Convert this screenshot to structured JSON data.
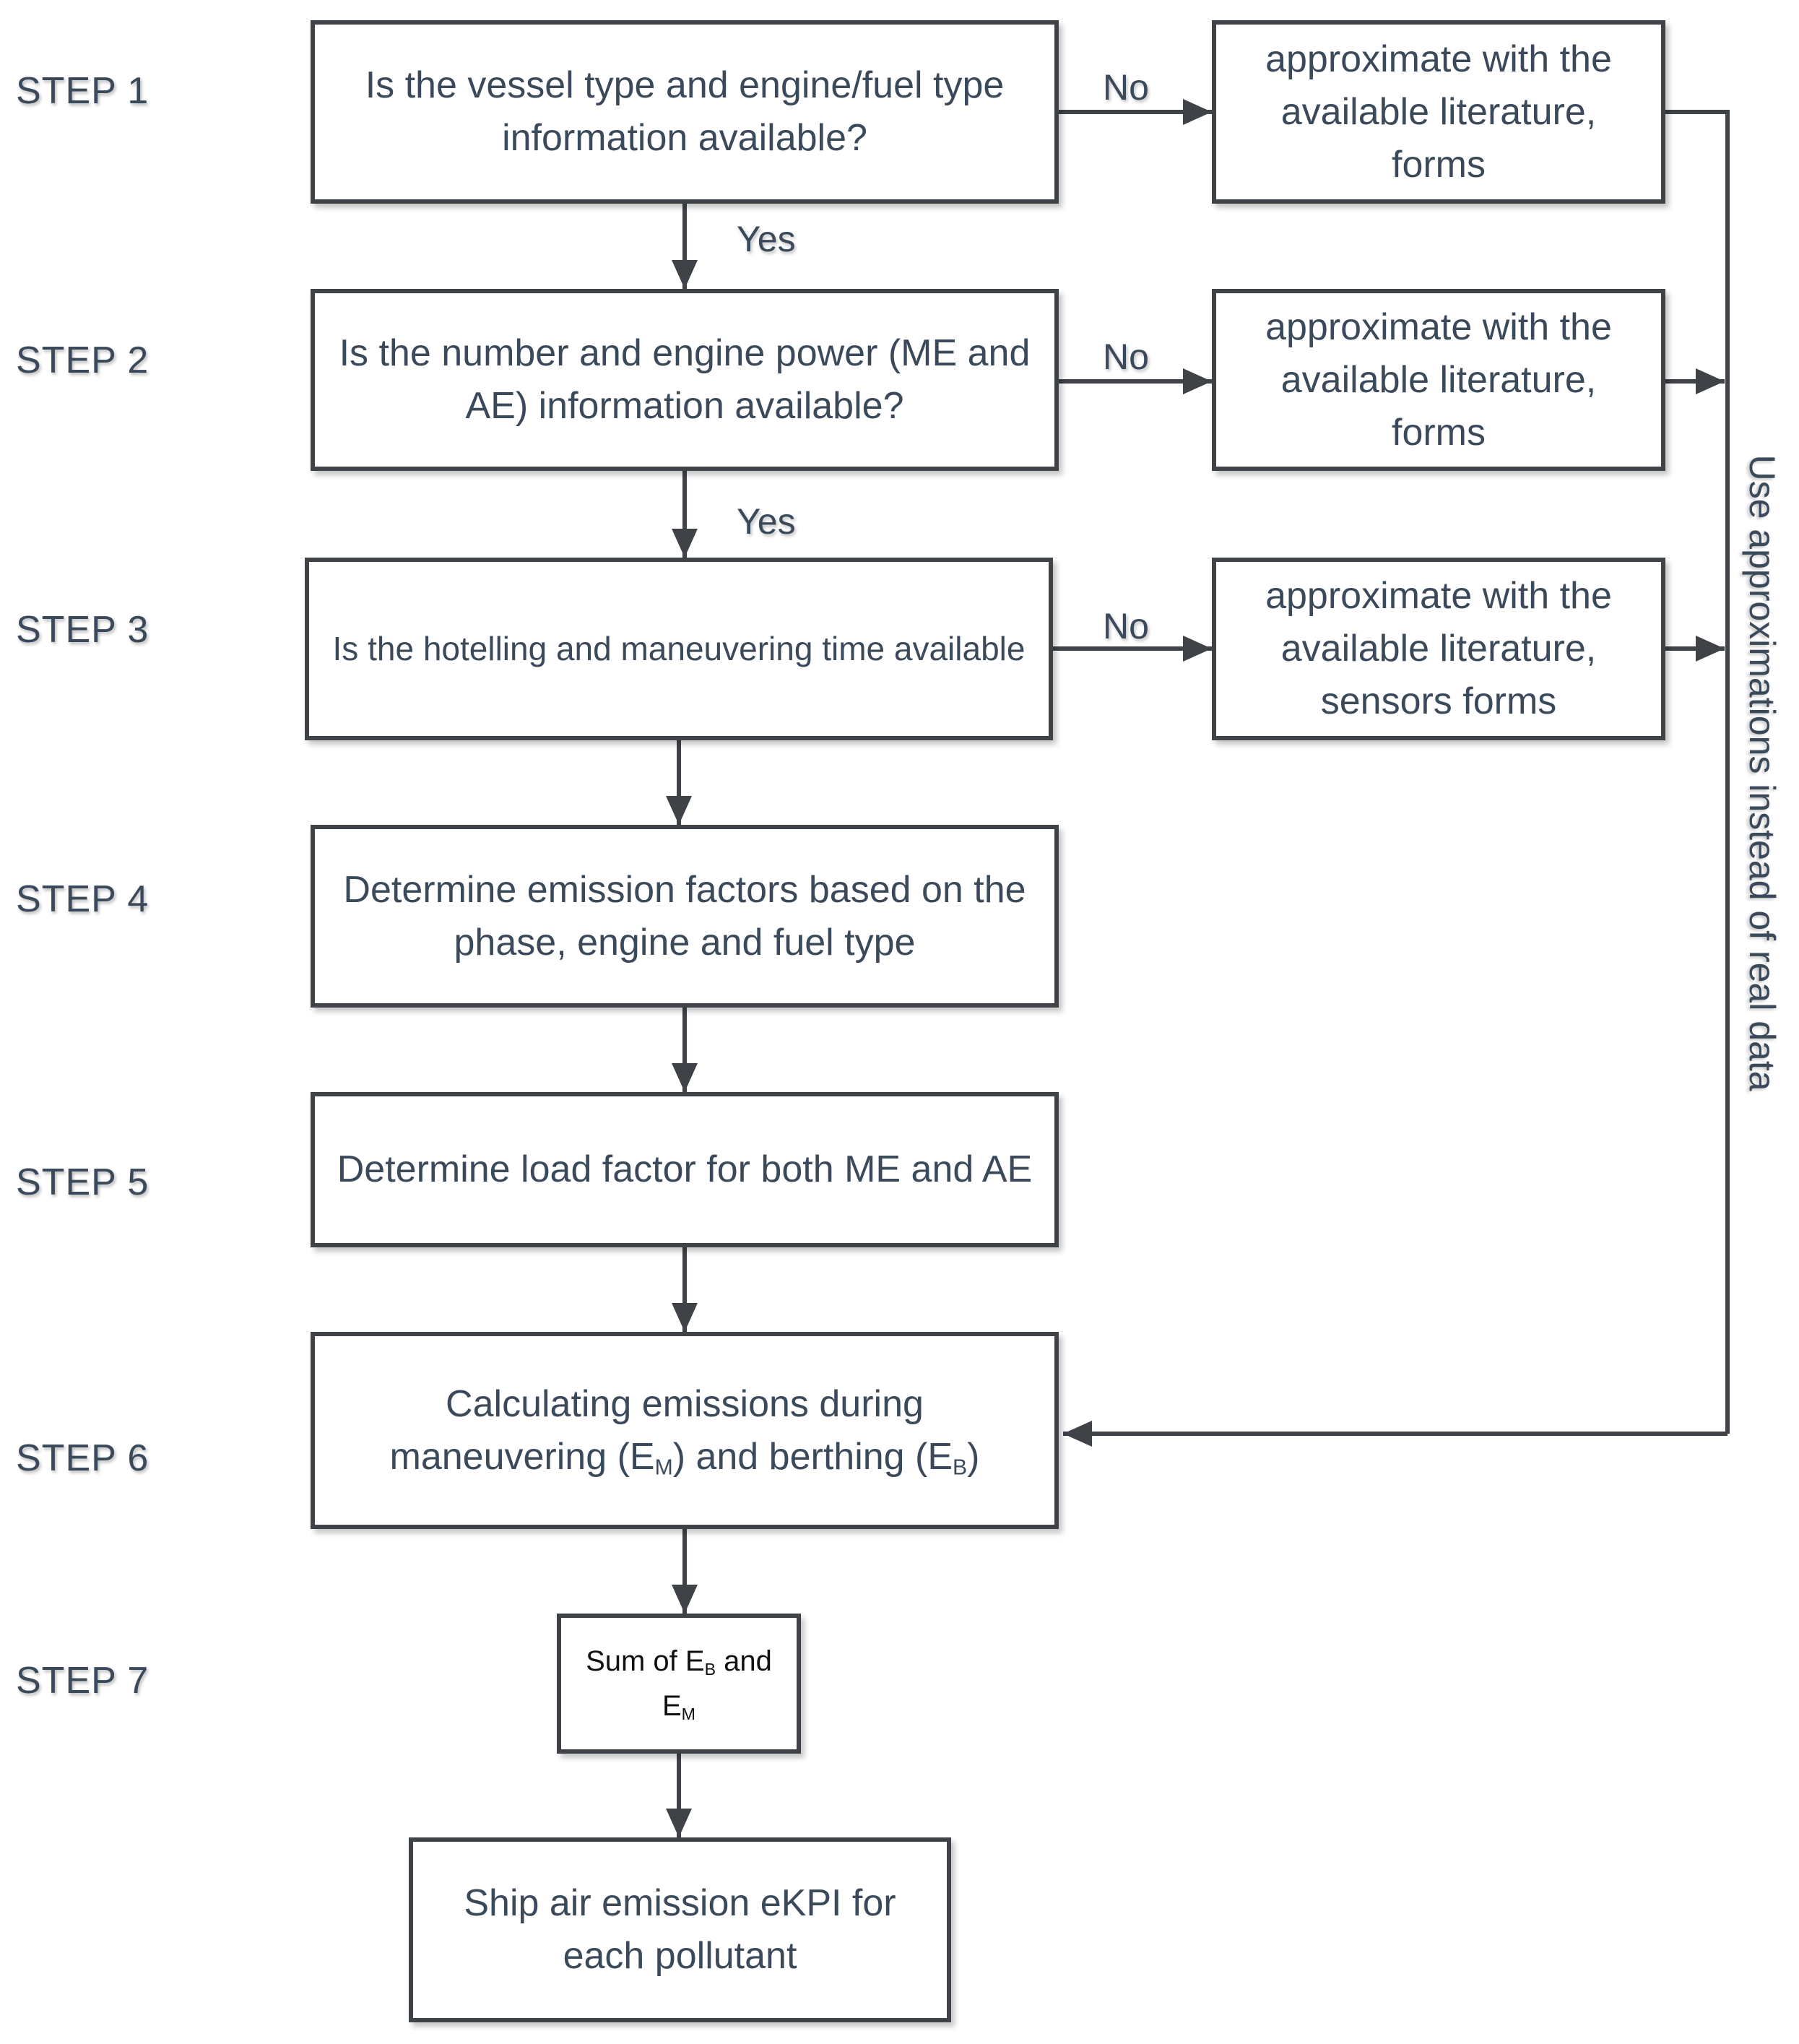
{
  "steps": {
    "s1": "STEP 1",
    "s2": "STEP 2",
    "s3": "STEP 3",
    "s4": "STEP 4",
    "s5": "STEP 5",
    "s6": "STEP 6",
    "s7": "STEP 7"
  },
  "nodes": {
    "q1": "Is the vessel type and engine/fuel type information available?",
    "q2": "Is the number and engine power (ME and AE) information available?",
    "q3": "Is the hotelling and maneuvering time available",
    "a1": "approximate with the available literature, forms",
    "a2": "approximate with the available literature, forms",
    "a3": "approximate with the available literature, sensors forms",
    "s4": "Determine emission factors based on the phase, engine and fuel type",
    "s5": "Determine load factor for both ME and AE",
    "s6": {
      "line1": "Calculating emissions during",
      "line2_pre": "maneuvering (",
      "em_base": "E",
      "em_sub": "M",
      "line2_mid": ") and berthing  (",
      "eb_base": "E",
      "eb_sub": "B",
      "line2_post": ")"
    },
    "s7": {
      "pre": "Sum of ",
      "eb_base": "E",
      "eb_sub": "B",
      "mid": " and",
      "em_base": "E",
      "em_sub": "M"
    },
    "out": "Ship air emission eKPI for each pollutant"
  },
  "edges": {
    "no1": "No",
    "no2": "No",
    "no3": "No",
    "yes1": "Yes",
    "yes2": "Yes",
    "side": "Use approximations instead of real data"
  }
}
